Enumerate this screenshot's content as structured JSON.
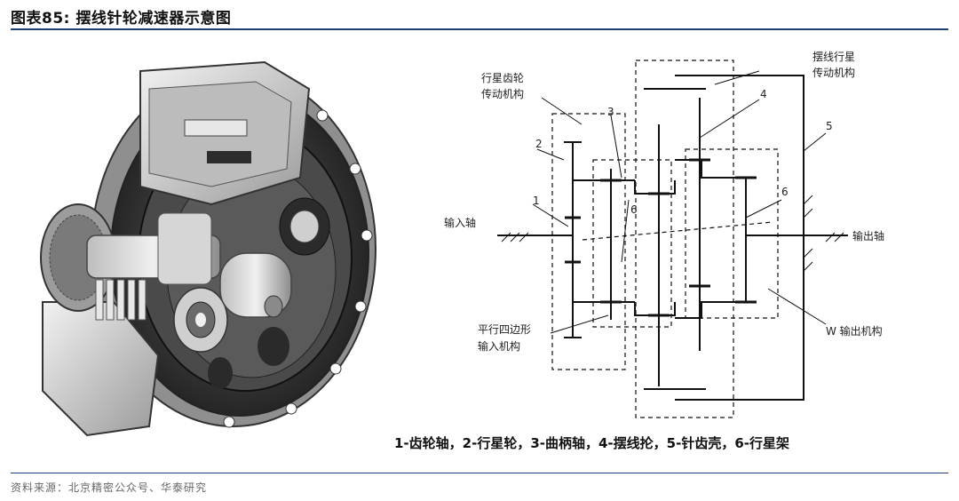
{
  "figure": {
    "title": "图表85:  摆线针轮减速器示意图"
  },
  "diagram": {
    "labels": {
      "planetary_gear_l1": "行星齿轮",
      "planetary_gear_l2": "传动机构",
      "cycloid_planet_l1": "摆线行星",
      "cycloid_planet_l2": "传动机构",
      "parallel_input_l1": "平行四边形",
      "parallel_input_l2": "输入机构",
      "w_output": "W 输出机构",
      "input_shaft": "输入轴",
      "output_shaft": "输出轴",
      "n1": "1",
      "n2": "2",
      "n3": "3",
      "n4": "4",
      "n5": "5",
      "n6a": "6",
      "n6b": "6"
    },
    "legend": "1-齿轮轴，2-行星轮，3-曲柄轴，4-摆线抡，5-针齿壳，6-行星架"
  },
  "photo": {
    "description_icon": "cycloidal-reducer-cutaway-image"
  },
  "source": "资料来源：北京精密公众号、华泰研究",
  "colors": {
    "rule": "#1d3f73",
    "metal_dark": "#3a3a3a",
    "metal_mid": "#8a8a8a",
    "metal_light": "#d9d9d9"
  }
}
